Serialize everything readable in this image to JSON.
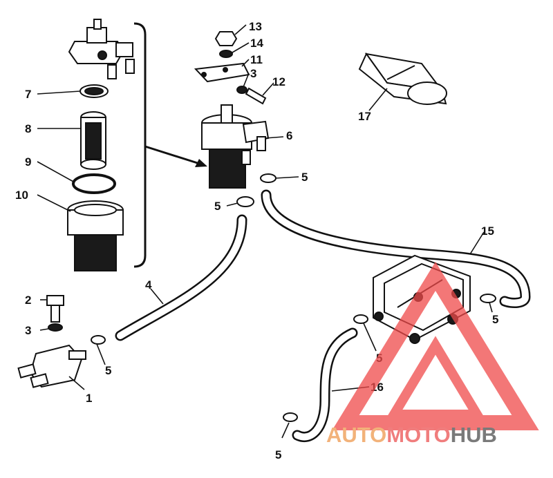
{
  "callouts": {
    "c1": "1",
    "c2": "2",
    "c3a": "3",
    "c3b": "3",
    "c4": "4",
    "c5a": "5",
    "c5b": "5",
    "c5c": "5",
    "c5d": "5",
    "c5e": "5",
    "c5f": "5",
    "c6": "6",
    "c7": "7",
    "c8": "8",
    "c9": "9",
    "c10": "10",
    "c11": "11",
    "c12": "12",
    "c13": "13",
    "c14": "14",
    "c15": "15",
    "c16": "16",
    "c17": "17"
  },
  "watermark": {
    "part1": "AUTO",
    "part2": "MOTO",
    "part3": "HUB",
    "colors": {
      "auto": "#f2b27a",
      "moto": "#f07d7d",
      "hub": "#7a7a7a",
      "logo": "#ef4a4a"
    }
  }
}
